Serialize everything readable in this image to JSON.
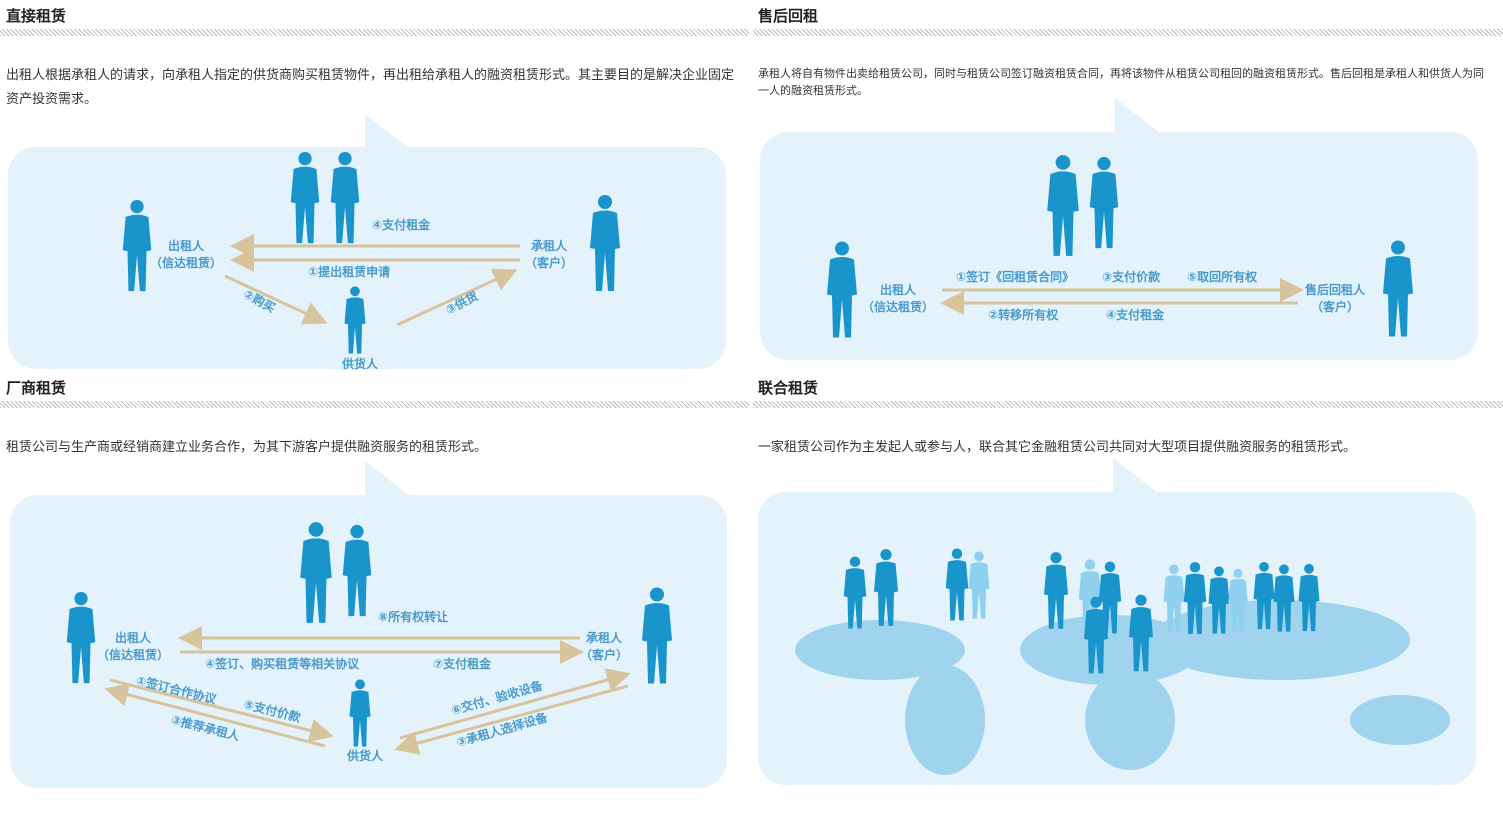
{
  "colors": {
    "bubble": "#e3f2fb",
    "figure": "#1a95cc",
    "arrow": "#d8c49c",
    "label": "#4a9bcb"
  },
  "panels": [
    {
      "title": "直接租赁",
      "description": "出租人根据承租人的请求，向承租人指定的供货商购买租赁物件，再出租给承租人的融资租赁形式。其主要目的是解决企业固定资产投资需求。",
      "labels": {
        "lessor": "出租人",
        "lessor_sub": "（信达租赁）",
        "lessee": "承租人",
        "lessee_sub": "（客户）",
        "supplier": "供货人",
        "a4": "④支付租金",
        "a1": "①提出租赁申请",
        "a2": "②购买",
        "a3": "③供货"
      }
    },
    {
      "title": "售后回租",
      "description": "承租人将自有物件出卖给租赁公司，同时与租赁公司签订融资租赁合同，再将该物件从租赁公司租回的融资租赁形式。售后回租是承租人和供货人为同一人的融资租赁形式。",
      "labels": {
        "lessor": "出租人",
        "lessor_sub": "（信达租赁）",
        "lessee": "售后回租人",
        "lessee_sub": "（客户）",
        "a1": "①签订《回租赁合同》",
        "a3": "③支付价款",
        "a5": "⑤取回所有权",
        "a2": "②转移所有权",
        "a4": "④支付租金"
      }
    },
    {
      "title": "厂商租赁",
      "description": "租赁公司与生产商或经销商建立业务合作，为其下游客户提供融资服务的租赁形式。",
      "labels": {
        "lessor": "出租人",
        "lessor_sub": "（信达租赁）",
        "lessee": "承租人",
        "lessee_sub": "（客户）",
        "supplier": "供货人",
        "a8": "⑧所有权转让",
        "a4": "④签订、购买租赁等相关协议",
        "a7": "⑦支付租金",
        "a1": "①签订合作协议",
        "a5": "⑤支付价款",
        "a3": "③推荐承租人",
        "a6": "⑥交付、验收设备",
        "a2": "③承租人选择设备"
      }
    },
    {
      "title": "联合租赁",
      "description": "一家租赁公司作为主发起人或参与人，联合其它金融租赁公司共同对大型项目提供融资服务的租赁形式。"
    }
  ]
}
